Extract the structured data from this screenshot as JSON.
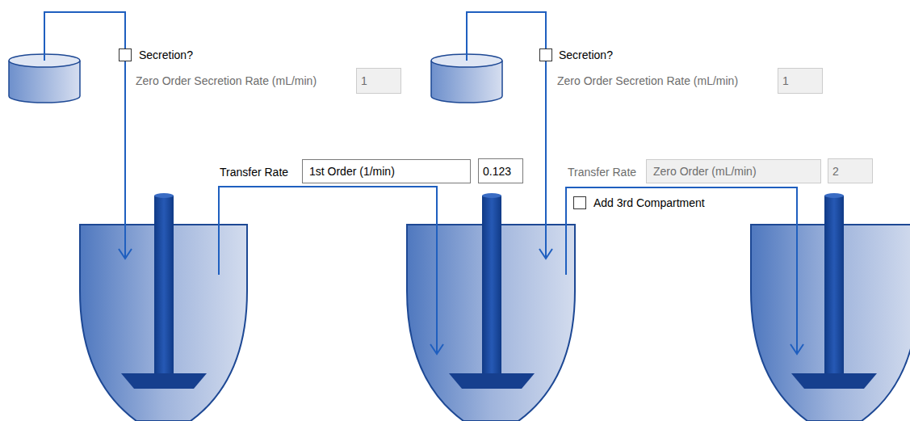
{
  "diagram": {
    "nodes": [
      {
        "text": [
          "1"
        ]
      },
      {
        "text": [
          "1"
        ]
      },
      {
        "text": [
          "1st Order (1/min)"
        ]
      },
      {
        "text": [
          "0.123"
        ]
      },
      {
        "text": [
          "Zero Order (mL/min)"
        ]
      },
      {
        "text": [
          "2"
        ]
      }
    ],
    "labels": [
      "Secretion?",
      "Zero Order Secretion Rate (mL/min)",
      "Secretion?",
      "Zero Order Secretion Rate (mL/min)",
      "Transfer Rate",
      "Transfer Rate",
      "Add 3rd Compartment"
    ]
  }
}
